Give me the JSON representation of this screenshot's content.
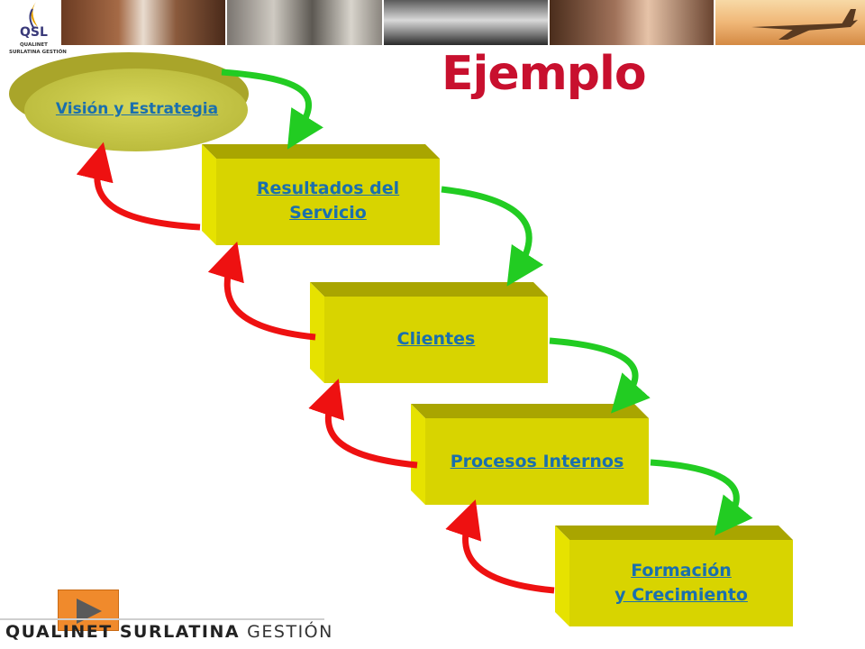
{
  "logo": {
    "mark": "QSL",
    "line1": "QUALINET",
    "line2": "SURLATINA GESTIÓN"
  },
  "title": "Ejemplo",
  "steps": {
    "vision": "Visión y Estrategia",
    "resultados_l1": "Resultados del",
    "resultados_l2": "Servicio",
    "clientes": "Clientes",
    "procesos": "Procesos Internos",
    "formacion_l1": "Formación",
    "formacion_l2": "y Crecimiento"
  },
  "footer": {
    "brand_bold": "QUALINET SURLATINA",
    "brand_light": "GESTIÓN"
  },
  "colors": {
    "title": "#c8102e",
    "block_face": "#d8d400",
    "block_top": "#a9a500",
    "forward_arrow": "#22cc22",
    "feedback_arrow": "#ee1111",
    "link": "#1a6fae",
    "play_button": "#f08a2c"
  },
  "icons": [
    "play-icon",
    "logo-swoosh-icon"
  ]
}
